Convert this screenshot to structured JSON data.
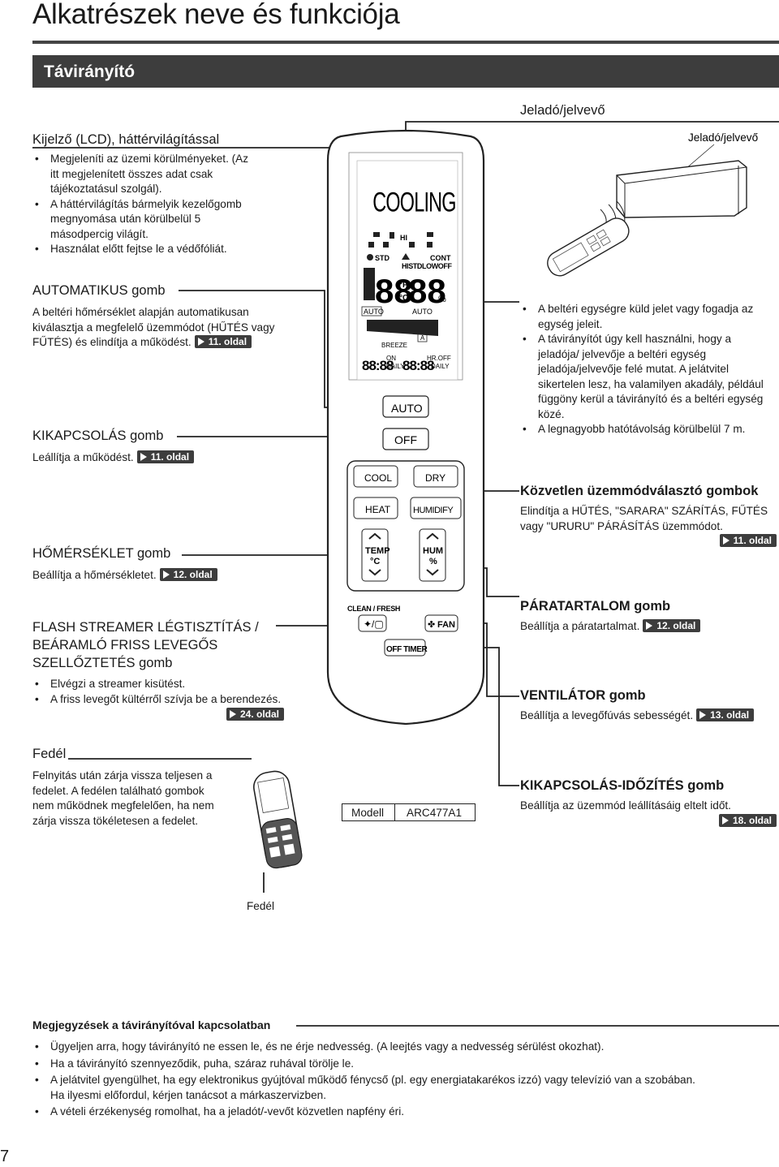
{
  "page": {
    "title": "Alkatrészek neve és funkciója",
    "section_bar": "Távirányító",
    "page_number": "7"
  },
  "lcd": {
    "heading": "Kijelző (LCD), háttérvilágítással",
    "bullets": [
      "Megjeleníti az üzemi körülményeket. (Az itt megjelenített összes adat csak tájékoztatásul szolgál).",
      "A háttérvilágítás bármelyik kezelőgomb megnyomása után körülbelül 5 másodpercig világít.",
      "Használat előtt fejtse le a védőfóliát."
    ]
  },
  "auto": {
    "heading": "AUTOMATIKUS gomb",
    "text": "A beltéri hőmérséklet alapján automatikusan kiválasztja a megfelelő üzemmódot (HŰTÉS vagy FŰTÉS) és elindítja a működést.",
    "ref": "11. oldal"
  },
  "off": {
    "heading": "KIKAPCSOLÁS gomb",
    "text": "Leállítja a működést.",
    "ref": "11. oldal"
  },
  "temp": {
    "heading": "HŐMÉRSÉKLET gomb",
    "text": "Beállítja a hőmérsékletet.",
    "ref": "12. oldal"
  },
  "flash": {
    "heading_lines": [
      "FLASH STREAMER LÉGTISZTÍTÁS /",
      "BEÁRAMLÓ FRISS LEVEGŐS",
      "SZELLŐZTETÉS gomb"
    ],
    "bullets": [
      "Elvégzi a streamer kisütést.",
      "A friss levegőt kültérről szívja be a berendezés."
    ],
    "ref": "24. oldal"
  },
  "cover": {
    "heading": "Fedél",
    "text": "Felnyitás után zárja vissza teljesen a fedelet. A fedélen található gombok nem működnek megfelelően, ha nem zárja vissza tökéletesen a fedelet.",
    "caption": "Fedél"
  },
  "transmitter": {
    "heading": "Jeladó/jelvevő",
    "image_label": "Jeladó/jelvevő",
    "bullets": [
      "A beltéri egységre küld jelet vagy fogadja az egység jeleit.",
      "A távirányítót úgy kell használni, hogy a jeladója/ jelvevője a beltéri egység jeladója/jelvevője felé mutat. A jelátvitel sikertelen lesz, ha valamilyen akadály, például függöny kerül a távirányító és a beltéri egység közé.",
      "A legnagyobb hatótávolság körülbelül 7 m."
    ]
  },
  "mode": {
    "heading": "Közvetlen üzemmódválasztó gombok",
    "text": "Elindítja a HŰTÉS, \"SARARA\" SZÁRÍTÁS, FŰTÉS vagy \"URURU\" PÁRÁSÍTÁS üzemmódot.",
    "ref": "11. oldal"
  },
  "humidity": {
    "heading": "PÁRATARTALOM gomb",
    "text": "Beállítja a páratartalmat.",
    "ref": "12. oldal"
  },
  "fan": {
    "heading": "VENTILÁTOR gomb",
    "text": "Beállítja a levegőfúvás sebességét.",
    "ref": "13. oldal"
  },
  "offtimer": {
    "heading": "KIKAPCSOLÁS-IDŐZÍTÉS gomb",
    "text": "Beállítja az üzemmód leállításáig eltelt időt.",
    "ref": "18. oldal"
  },
  "model": {
    "label": "Modell",
    "value": "ARC477A1"
  },
  "remote": {
    "lcd_mode": "COOLING",
    "lcd_hi": "HI",
    "lcd_std": "STD",
    "lcd_cont": "CONT",
    "lcd_hist": "HISTDLOWOFF",
    "lcd_big1": "88",
    "lcd_big2": "88",
    "lcd_f": "°F",
    "lcd_c": "°C",
    "lcd_pct": "%",
    "lcd_auto1": "AUTO",
    "lcd_auto2": "AUTO",
    "lcd_breeze": "BREEZE",
    "lcd_a": "A",
    "lcd_time1": "88:88",
    "lcd_on": "ON",
    "lcd_daily1": "DAILY",
    "lcd_time2": "88:88",
    "lcd_hroff": "HR.OFF",
    "lcd_daily2": "DAILY",
    "btn_auto": "AUTO",
    "btn_off": "OFF",
    "btn_cool": "COOL",
    "btn_dry": "DRY",
    "btn_heat": "HEAT",
    "btn_humidify": "HUMIDIFY",
    "temp_label1": "TEMP",
    "temp_label2": "°C",
    "hum_label1": "HUM",
    "hum_label2": "%",
    "clean_fresh": "CLEAN / FRESH",
    "fan_label": "FAN",
    "off_timer": "OFF TIMER"
  },
  "notes": {
    "heading": "Megjegyzések a távirányítóval kapcsolatban",
    "bullets": [
      "Ügyeljen arra, hogy távirányító ne essen le, és ne érje nedvesség. (A leejtés vagy a nedvesség sérülést okozhat).",
      "Ha a távirányító szennyeződik, puha, száraz ruhával törölje le.",
      "A jelátvitel gyengülhet, ha egy elektronikus gyújtóval működő fénycső (pl. egy energiatakarékos izzó) vagy televízió van a szobában. Ha ilyesmi előfordul, kérjen tanácsot a márkaszervizben.",
      "A vételi érzékenység romolhat, ha a jeladót/-vevőt közvetlen napfény éri."
    ]
  }
}
